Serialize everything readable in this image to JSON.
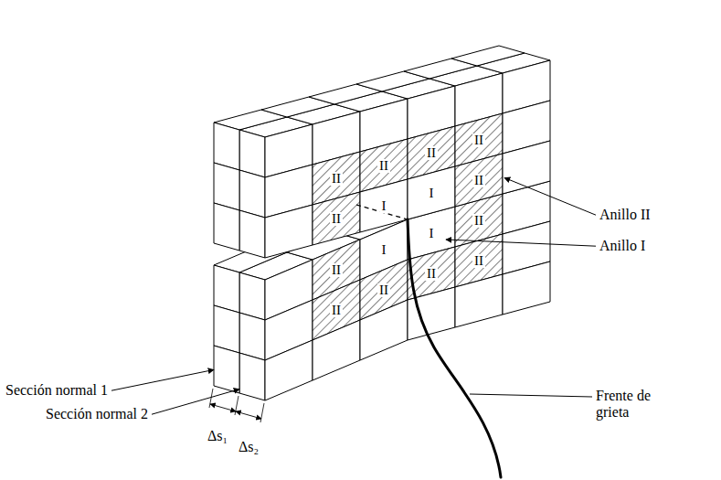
{
  "diagram": {
    "labels": [
      "Δs₁",
      "Δs₂",
      "Sección normal 1",
      "Sección normal 2",
      "Anillo II",
      "Anillo I",
      "Frente de grieta",
      "II",
      "II",
      "II",
      "II",
      "II",
      "I",
      "I",
      "II",
      "II",
      "I",
      "I",
      "II",
      "II",
      "II",
      "II",
      "II"
    ]
  }
}
